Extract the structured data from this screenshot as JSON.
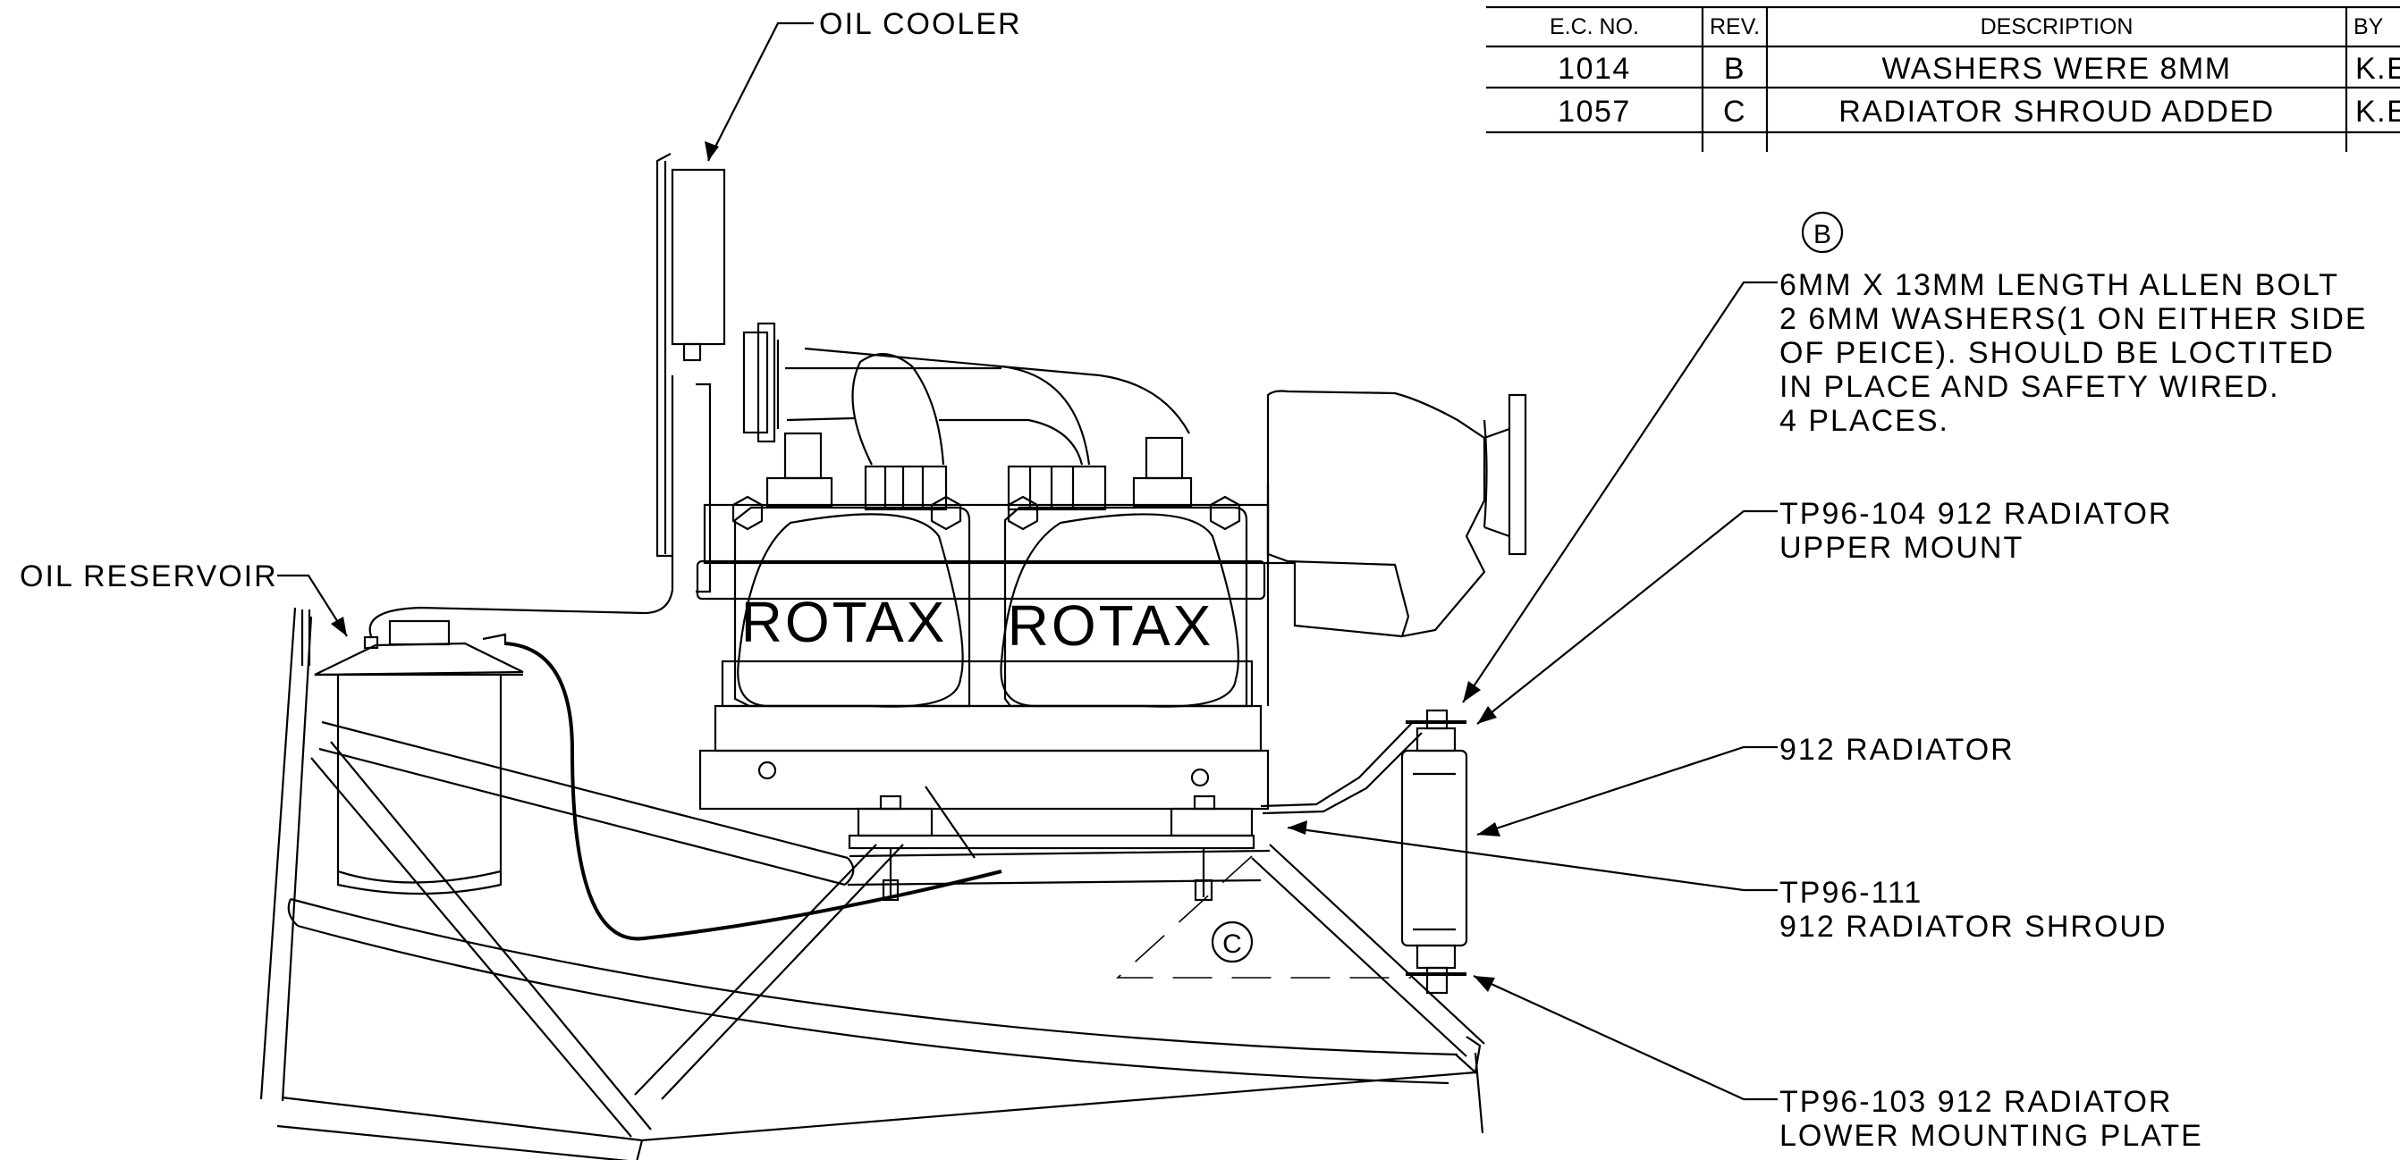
{
  "rev_table": {
    "headers": {
      "ec_no": "E.C. NO.",
      "rev": "REV.",
      "description": "DESCRIPTION",
      "by": "BY"
    },
    "rows": [
      {
        "ec_no": "1014",
        "rev": "B",
        "description": "WASHERS WERE 8MM",
        "by": "K.E"
      },
      {
        "ec_no": "1057",
        "rev": "C",
        "description": "RADIATOR SHROUD ADDED",
        "by": "K.E"
      }
    ]
  },
  "labels": {
    "oil_cooler": "OIL COOLER",
    "oil_reservoir": "OIL RESERVOIR",
    "rev_b_marker": "B",
    "rev_c_marker": "C",
    "bolt_note": [
      "6MM X 13MM LENGTH ALLEN BOLT",
      "2 6MM WASHERS(1 ON EITHER SIDE",
      "OF PEICE).  SHOULD BE LOCTITED",
      "IN PLACE AND SAFETY WIRED.",
      "4 PLACES."
    ],
    "upper_mount": [
      "TP96-104 912 RADIATOR",
      "UPPER MOUNT"
    ],
    "radiator": "912 RADIATOR",
    "shroud": [
      "TP96-111",
      "912 RADIATOR SHROUD"
    ],
    "lower_plate": [
      "TP96-103 912 RADIATOR",
      "LOWER MOUNTING PLATE"
    ],
    "engine_left": "ROTAX",
    "engine_right": "ROTAX"
  }
}
